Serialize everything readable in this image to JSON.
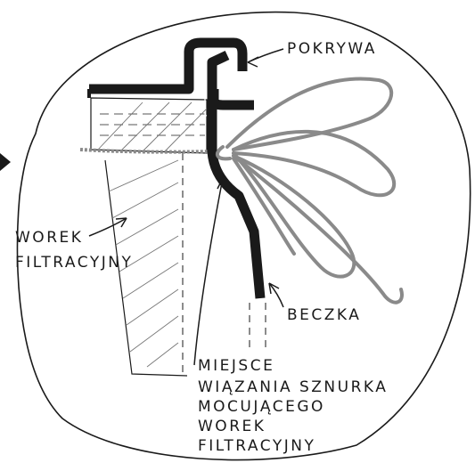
{
  "labels": {
    "lid": "POKRYWA",
    "filter_bag_line1": "WOREK",
    "filter_bag_line2": "FILTRACYJNY",
    "barrel": "BECZKA",
    "tie_place_line1": "MIEJSCE",
    "tie_place_line2": "WIĄZANIA SZNURKA",
    "tie_place_line3": "MOCUJĄCEGO",
    "tie_place_line4": "WOREK",
    "tie_place_line5": "FILTRACYJNY"
  },
  "colors": {
    "ink": "#1a1a1a",
    "cord": "#8a8a8a",
    "background": "#ffffff"
  }
}
